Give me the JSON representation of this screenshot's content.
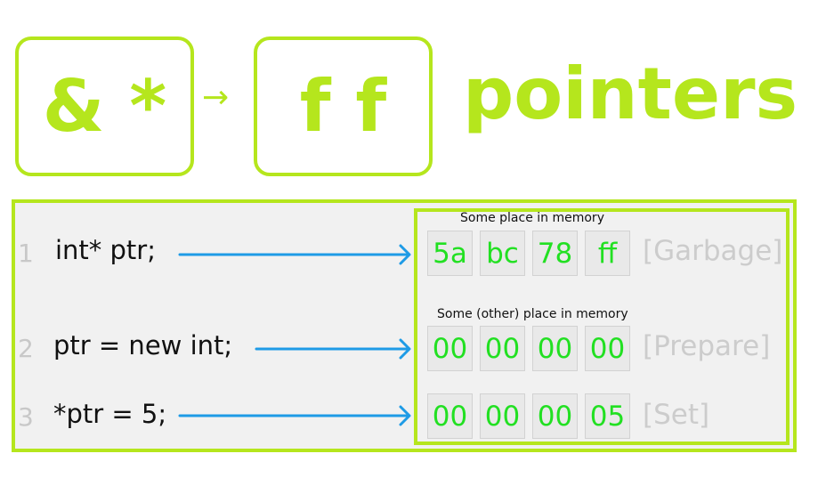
{
  "header": {
    "box1_text": "& *",
    "box2_text": "f f",
    "arrow_glyph": "→",
    "title": "pointers"
  },
  "rows": [
    {
      "number": "1",
      "code": "int* ptr;",
      "memory_label": "Some place in memory",
      "cells": [
        "5a",
        "bc",
        "78",
        "ff"
      ],
      "status": "[Garbage]"
    },
    {
      "number": "2",
      "code": "ptr = new int;",
      "memory_label": "Some (other) place in memory",
      "cells": [
        "00",
        "00",
        "00",
        "00"
      ],
      "status": "[Prepare]"
    },
    {
      "number": "3",
      "code": "*ptr = 5;",
      "memory_label": "",
      "cells": [
        "00",
        "00",
        "00",
        "05"
      ],
      "status": "[Set]"
    }
  ],
  "colors": {
    "accent": "#b5e61d",
    "arrow": "#1e9be6",
    "cell_text": "#22e022",
    "panel_bg": "#f1f1f1",
    "status_text": "#cccccc"
  }
}
